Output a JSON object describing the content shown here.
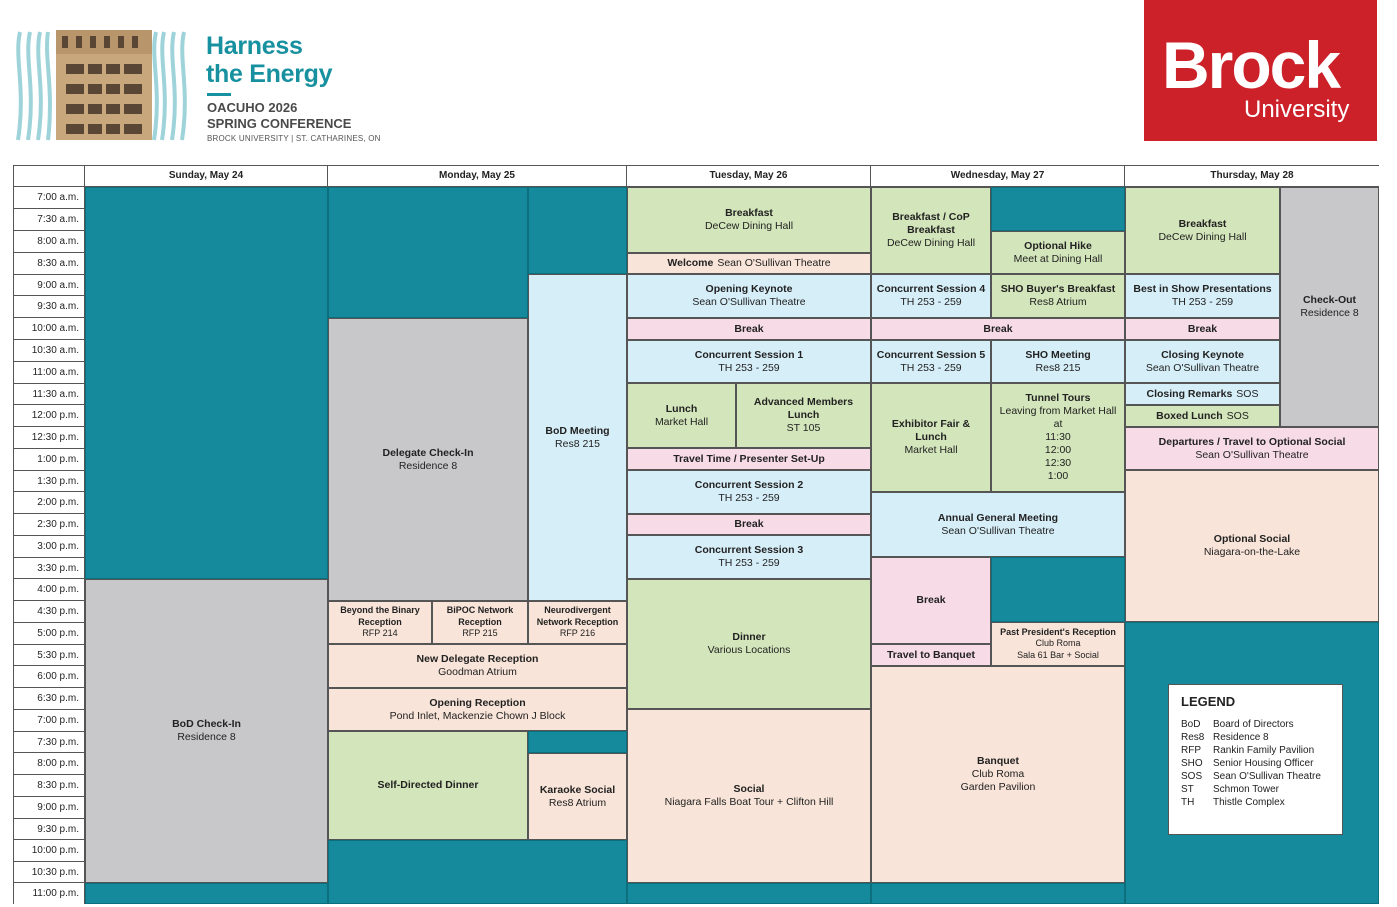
{
  "branding": {
    "title_line1": "Harness",
    "title_line2": "the Energy",
    "conference_line1": "OACUHO 2026",
    "conference_line2": "SPRING CONFERENCE",
    "location": "BROCK UNIVERSITY | ST. CATHARINES, ON",
    "brock_name": "Brock",
    "brock_university": "University",
    "accent_color": "#17909f",
    "brand_red": "#cc2129"
  },
  "days": [
    "Sunday, May 24",
    "Monday, May 25",
    "Tuesday, May 26",
    "Wednesday, May 27",
    "Thursday, May 28"
  ],
  "times": [
    "7:00 a.m.",
    "7:30 a.m.",
    "8:00 a.m.",
    "8:30 a.m.",
    "9:00 a.m.",
    "9:30 a.m.",
    "10:00 a.m.",
    "10:30 a.m.",
    "11:00 a.m.",
    "11:30 a.m.",
    "12:00 p.m.",
    "12:30 p.m.",
    "1:00 p.m.",
    "1:30 p.m.",
    "2:00 p.m.",
    "2:30 p.m.",
    "3:00 p.m.",
    "3:30 p.m.",
    "4:00 p.m.",
    "4:30 p.m.",
    "5:00 p.m.",
    "5:30 p.m.",
    "6:00 p.m.",
    "6:30 p.m.",
    "7:00 p.m.",
    "7:30 p.m.",
    "8:00 p.m.",
    "8:30 p.m.",
    "9:00 p.m.",
    "9:30 p.m.",
    "10:00 p.m.",
    "10:30 p.m.",
    "11:00 p.m."
  ],
  "events": {
    "sun_bod_checkin": {
      "title": "BoD Check-In",
      "sub": "Residence 8"
    },
    "mon_delegate_checkin": {
      "title": "Delegate Check-In",
      "sub": "Residence 8"
    },
    "mon_bod_meeting": {
      "title": "BoD Meeting",
      "sub": "Res8 215"
    },
    "mon_beyond_binary": {
      "title": "Beyond the Binary Reception",
      "sub": "RFP 214"
    },
    "mon_bipoc": {
      "title": "BiPOC Network Reception",
      "sub": "RFP 215"
    },
    "mon_neurodivergent": {
      "title": "Neurodivergent Network Reception",
      "sub": "RFP 216"
    },
    "mon_new_delegate": {
      "title": "New Delegate Reception",
      "sub": "Goodman Atrium"
    },
    "mon_opening_reception": {
      "title": "Opening Reception",
      "sub": "Pond Inlet, Mackenzie Chown J Block"
    },
    "mon_self_dinner": {
      "title": "Self-Directed Dinner",
      "sub": ""
    },
    "mon_karaoke": {
      "title": "Karaoke Social",
      "sub": "Res8 Atrium"
    },
    "tue_breakfast": {
      "title": "Breakfast",
      "sub": "DeCew Dining Hall"
    },
    "tue_welcome": {
      "title": "Welcome",
      "sub": "Sean O'Sullivan Theatre"
    },
    "tue_keynote": {
      "title": "Opening Keynote",
      "sub": "Sean O'Sullivan Theatre"
    },
    "tue_break1": {
      "title": "Break",
      "sub": ""
    },
    "tue_cs1": {
      "title": "Concurrent Session 1",
      "sub": "TH 253 - 259"
    },
    "tue_lunch": {
      "title": "Lunch",
      "sub": "Market Hall"
    },
    "tue_adv_lunch": {
      "title": "Advanced Members Lunch",
      "sub": "ST 105"
    },
    "tue_travel": {
      "title": "Travel Time / Presenter Set-Up",
      "sub": ""
    },
    "tue_cs2": {
      "title": "Concurrent Session 2",
      "sub": "TH 253 - 259"
    },
    "tue_break2": {
      "title": "Break",
      "sub": ""
    },
    "tue_cs3": {
      "title": "Concurrent Session 3",
      "sub": "TH 253 - 259"
    },
    "tue_dinner": {
      "title": "Dinner",
      "sub": "Various Locations"
    },
    "tue_social": {
      "title": "Social",
      "sub": "Niagara Falls Boat Tour + Clifton Hill"
    },
    "wed_breakfast": {
      "title": "Breakfast / CoP Breakfast",
      "sub": "DeCew Dining Hall"
    },
    "wed_hike": {
      "title": "Optional Hike",
      "sub": "Meet at Dining Hall"
    },
    "wed_cs4": {
      "title": "Concurrent Session 4",
      "sub": "TH 253 - 259"
    },
    "wed_sho_breakfast": {
      "title": "SHO Buyer's Breakfast",
      "sub": "Res8 Atrium"
    },
    "wed_break1": {
      "title": "Break",
      "sub": ""
    },
    "wed_cs5": {
      "title": "Concurrent Session 5",
      "sub": "TH 253 - 259"
    },
    "wed_sho_meeting": {
      "title": "SHO Meeting",
      "sub": "Res8 215"
    },
    "wed_exhibitor": {
      "title": "Exhibitor Fair & Lunch",
      "sub": "Market Hall"
    },
    "wed_tunnel": {
      "title": "Tunnel Tours",
      "sub": "Leaving from Market Hall at",
      "times": [
        "11:30",
        "12:00",
        "12:30",
        "1:00"
      ]
    },
    "wed_agm": {
      "title": "Annual General Meeting",
      "sub": "Sean O'Sullivan Theatre"
    },
    "wed_break2": {
      "title": "Break",
      "sub": ""
    },
    "wed_travel_banquet": {
      "title": "Travel to Banquet",
      "sub": ""
    },
    "wed_past_president": {
      "title": "Past President's Reception",
      "sub": "Club Roma",
      "sub2": "Sala 61 Bar + Social"
    },
    "wed_banquet": {
      "title": "Banquet",
      "sub": "Club Roma",
      "sub2": "Garden Pavilion"
    },
    "thu_breakfast": {
      "title": "Breakfast",
      "sub": "DeCew Dining Hall"
    },
    "thu_checkout": {
      "title": "Check-Out",
      "sub": "Residence 8"
    },
    "thu_best_show": {
      "title": "Best in Show Presentations",
      "sub": "TH 253 - 259"
    },
    "thu_break": {
      "title": "Break",
      "sub": ""
    },
    "thu_closing_keynote": {
      "title": "Closing Keynote",
      "sub": "Sean O'Sullivan Theatre"
    },
    "thu_closing_remarks": {
      "title": "Closing Remarks",
      "sub": "SOS"
    },
    "thu_boxed_lunch": {
      "title": "Boxed Lunch",
      "sub": "SOS"
    },
    "thu_departures": {
      "title": "Departures / Travel to Optional Social",
      "sub": "Sean O'Sullivan Theatre"
    },
    "thu_optional_social": {
      "title": "Optional Social",
      "sub": "Niagara-on-the-Lake"
    }
  },
  "legend": {
    "title": "LEGEND",
    "items": [
      {
        "abbr": "BoD",
        "meaning": "Board of Directors"
      },
      {
        "abbr": "Res8",
        "meaning": "Residence 8"
      },
      {
        "abbr": "RFP",
        "meaning": "Rankin Family Pavilion"
      },
      {
        "abbr": "SHO",
        "meaning": "Senior Housing Officer"
      },
      {
        "abbr": "SOS",
        "meaning": "Sean O'Sullivan Theatre"
      },
      {
        "abbr": "ST",
        "meaning": "Schmon Tower"
      },
      {
        "abbr": "TH",
        "meaning": "Thistle Complex"
      }
    ]
  },
  "colors": {
    "unscheduled": "#148a9c",
    "checkin": "#c8c8ca",
    "meal": "#d3e5ba",
    "session": "#d6eef8",
    "break": "#f7dbe6",
    "social": "#f8e4d8"
  }
}
